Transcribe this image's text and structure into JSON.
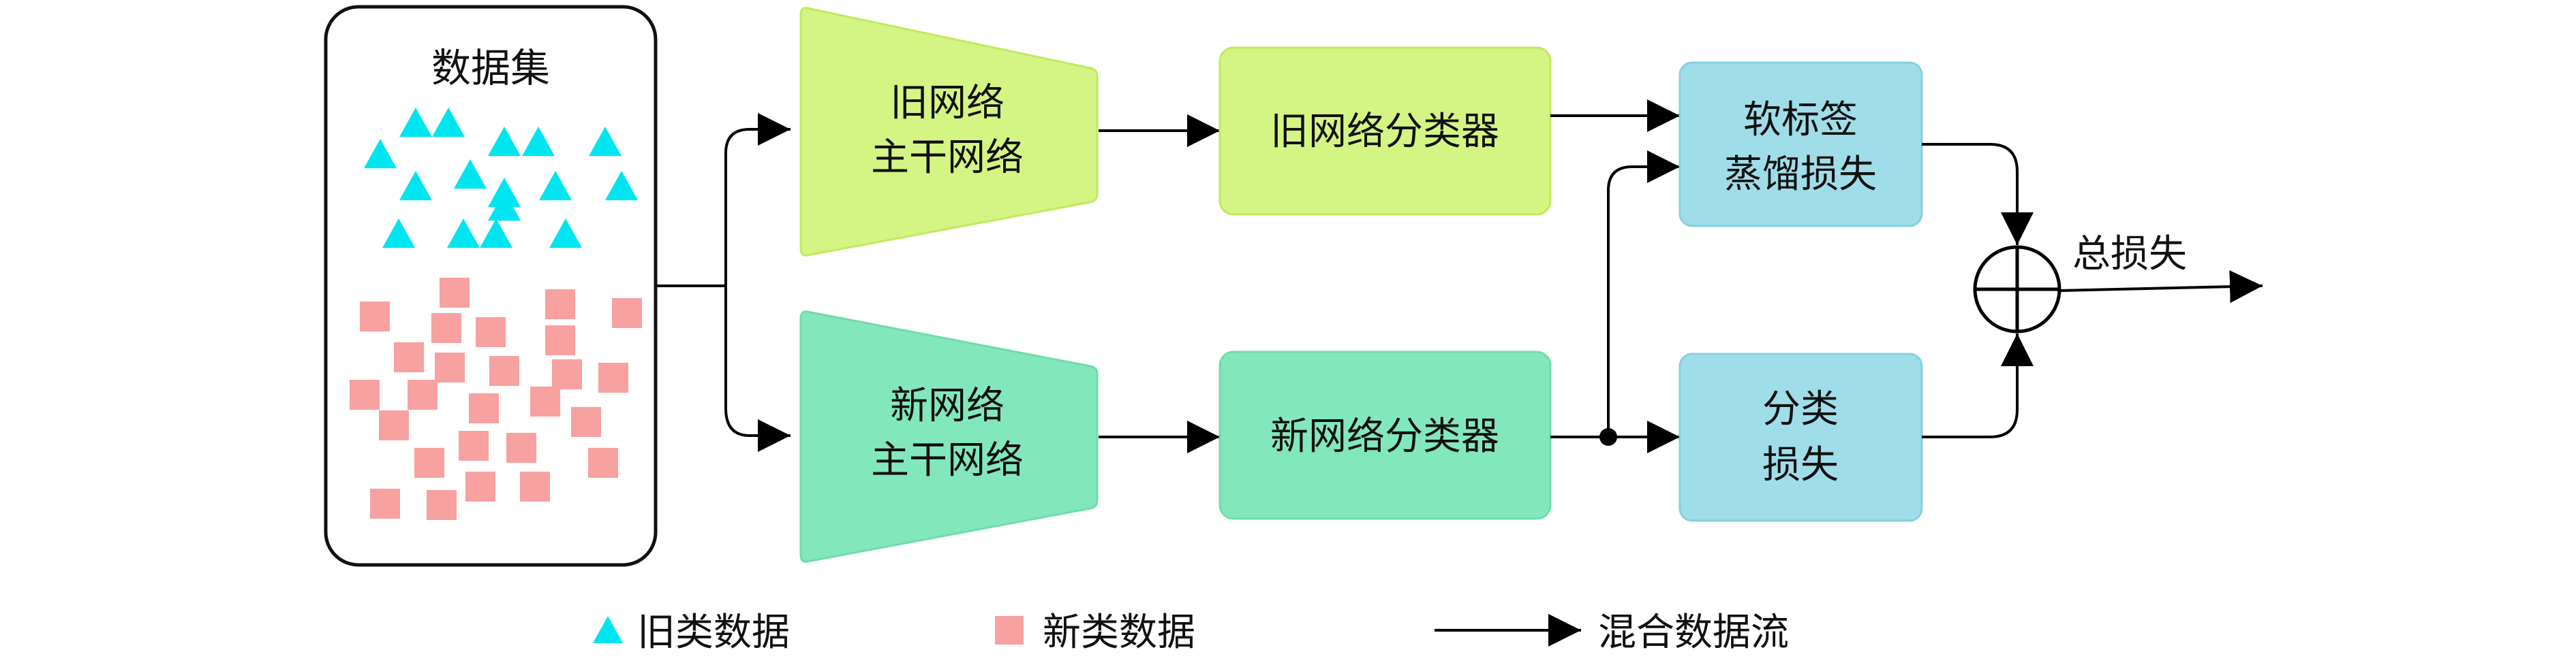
{
  "dataset": {
    "title": "数据集",
    "old_marker_count": 16,
    "new_marker_count": 26,
    "old_color": "#00e5f0",
    "new_color": "#f7a1a1"
  },
  "nodes": {
    "old_backbone": {
      "line1": "旧网络",
      "line2": "主干网络",
      "color": "#d4f584"
    },
    "new_backbone": {
      "line1": "新网络",
      "line2": "主干网络",
      "color": "#82e8bb"
    },
    "old_classifier": {
      "label": "旧网络分类器",
      "color": "#d4f584"
    },
    "new_classifier": {
      "label": "新网络分类器",
      "color": "#82e8bb"
    },
    "kd_loss": {
      "line1": "软标签",
      "line2": "蒸馏损失",
      "color": "#9fdde9"
    },
    "cls_loss": {
      "line1": "分类",
      "line2": "损失",
      "color": "#9fdde9"
    }
  },
  "sum": {
    "symbol": "oplus-icon",
    "output_label": "总损失"
  },
  "legend": {
    "old_data": "旧类数据",
    "new_data": "新类数据",
    "flow": "混合数据流"
  }
}
